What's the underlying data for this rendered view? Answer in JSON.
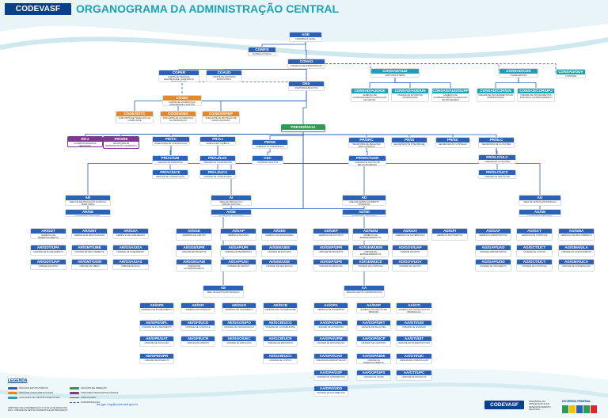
{
  "header": {
    "logo_text": "CODEVASF",
    "title": "ORGANOGRAMA DA ADMINISTRAÇÃO CENTRAL"
  },
  "colors": {
    "blue": "#2b62b8",
    "teal": "#1aa3b3",
    "orange": "#e4892a",
    "purple": "#7a3a8f",
    "green": "#2f9a53",
    "navy": "#0a3f8a"
  },
  "nodes": [
    {
      "id": "ags",
      "code": "AGE",
      "desc": "ASSEMBLEIA GERAL",
      "color": "blue"
    },
    {
      "id": "confis",
      "code": "CONFIS",
      "desc": "CONSELHO FISCAL",
      "color": "blue"
    },
    {
      "id": "conad",
      "code": "CONAD",
      "desc": "CONSELHO DE ADMINISTRAÇÃO",
      "color": "blue"
    },
    {
      "id": "coper",
      "code": "COPER",
      "desc": "COMITÊ DE PESSOAS, ELEGIBILIDADE, SUCESSÃO E REMUNERAÇÃO",
      "color": "blue"
    },
    {
      "id": "coaud",
      "code": "COAUD",
      "desc": "COMITÊ DE AUDITORIA ESTATUTÁRIO",
      "color": "blue"
    },
    {
      "id": "cogid",
      "code": "COGID",
      "desc": "COMITÊ DE GOVERNANÇA, INTEGRIDADE E GESTÃO",
      "color": "orange"
    },
    {
      "id": "consaud",
      "code": "CONSAD/AUD",
      "desc": "AUDITORIA INTERNA",
      "color": "teal"
    },
    {
      "id": "consaudge",
      "code": "CONSAD/AUD/GE",
      "desc": "GERÊNCIA DE ACOMPANHAMENTO E AVALIAÇÃO DE GESTÃO",
      "color": "teal"
    },
    {
      "id": "consaudun",
      "code": "CONSAD/AUD/UN",
      "desc": "UNIDADE DE ESTUDOS E INFORMAÇÕES",
      "color": "teal"
    },
    {
      "id": "consaudgupp",
      "code": "CONSAD/AUD/GUPP",
      "desc": "GERÊNCIA DE ACOMPANHAMENTO E AVALIAÇÃO DE PROGRAMAS",
      "color": "teal"
    },
    {
      "id": "consadcor",
      "code": "CONSAD/COR",
      "desc": "CORREGEDORIA",
      "color": "teal"
    },
    {
      "id": "consadouv",
      "code": "CONSAD/OUV",
      "desc": "OUVIDORIA",
      "color": "teal"
    },
    {
      "id": "consadcorun",
      "code": "CONSAD/COR/UN",
      "desc": "UNIDADE DE PROCEDIMENTOS DE ADMINISTRAÇÃO",
      "color": "teal"
    },
    {
      "id": "consadcorupj",
      "code": "CONSAD/COR/UPJ",
      "desc": "UNIDADE DE PROCEDIMENTOS JUDICIAIS E ACOMPANHAMENTO",
      "color": "teal"
    },
    {
      "id": "dex",
      "code": "DEX",
      "desc": "DIRETORIA EXECUTIVA",
      "color": "blue"
    },
    {
      "id": "cogexstc",
      "code": "COGEX/STC",
      "desc": "SUBCOMITÊ DE TRABALHOS DA COMPLIANCE",
      "color": "orange"
    },
    {
      "id": "cogexsig",
      "code": "COGEX/SIG",
      "desc": "SUBCOMITÊ DE GOVERNANÇA DA INFORMAÇÃO",
      "color": "orange"
    },
    {
      "id": "cogexspdp",
      "code": "COGEX/SPDP",
      "desc": "SUBCOMITÊ DE PROTEÇÃO DE DADOS PESSOAIS",
      "color": "orange"
    },
    {
      "id": "presidencia",
      "code": "PRESIDÊNCIA",
      "desc": "",
      "color": "green"
    },
    {
      "id": "sr",
      "code": "SR-x",
      "desc": "SUPERINTENDÊNCIAS REGIONAIS",
      "color": "purple"
    },
    {
      "id": "prsre",
      "code": "PR/SRE",
      "desc": "SECRETARIA DE REPRESENTAÇÃO DE BRASÍLIA",
      "color": "purple"
    },
    {
      "id": "prac",
      "code": "PR/AC",
      "desc": "ASSESSORIA DE COMUNICAÇÃO",
      "color": "blue"
    },
    {
      "id": "praj",
      "code": "PR/AJ",
      "desc": "ASSESSORIA JURÍDICA",
      "color": "blue"
    },
    {
      "id": "prge",
      "code": "PR/GE",
      "desc": "GABINETE DA PRESIDÊNCIA",
      "color": "blue"
    },
    {
      "id": "prsrc",
      "code": "PR/SRC",
      "desc": "SECRETARIA DE RELAÇÕES INSTITUCIONAIS",
      "color": "blue"
    },
    {
      "id": "prsi",
      "code": "PR/SI",
      "desc": "SECRETARIA DE INTEGRIDADE",
      "color": "blue"
    },
    {
      "id": "prsc",
      "code": "PR/SC",
      "desc": "SECRETARIA DO CONSELHO",
      "color": "blue"
    },
    {
      "id": "prslc",
      "code": "PR/SLC",
      "desc": "SECRETARIA DE LICITAÇÕES",
      "color": "blue"
    },
    {
      "id": "pracum",
      "code": "PR/AC/UM",
      "desc": "UNIDADE DE MARKETING",
      "color": "blue"
    },
    {
      "id": "pracuce",
      "code": "PR/AC/UCE",
      "desc": "UNIDADE DE COMUNICAÇÃO EXTERNA",
      "color": "blue"
    },
    {
      "id": "prajujc",
      "code": "PR/AJ/UJC",
      "desc": "UNIDADE DE CONTENCIOSO",
      "color": "blue"
    },
    {
      "id": "prajuca",
      "code": "PR/AJ/UCA",
      "desc": "UNIDADE DE CONSULTORIA ADMINISTRATIVA",
      "color": "blue"
    },
    {
      "id": "cec",
      "code": "CEC",
      "desc": "COMISSÃO DE ÉTICA",
      "color": "blue"
    },
    {
      "id": "prsrcugr",
      "code": "PR/SRC/UGR",
      "desc": "UNIDADE DE GESTÃO DE RELACIONAMENTO",
      "color": "blue"
    },
    {
      "id": "prslculc",
      "code": "PR/SLC/ULC",
      "desc": "UNIDADE DE LICITAÇÕES",
      "color": "blue"
    },
    {
      "id": "prslcucc",
      "code": "PR/SLC/UCC",
      "desc": "UNIDADE DE GESTÃO DE CONTRATOS",
      "color": "blue"
    },
    {
      "id": "ar",
      "code": "AR",
      "desc": "ÁREA DE REVITALIZAÇÃO E GESTÃO TERRITORIAL",
      "color": "blue"
    },
    {
      "id": "arse",
      "code": "AR/SE",
      "desc": "SECRETARIA EXECUTIVA",
      "color": "blue"
    },
    {
      "id": "argdt",
      "code": "AR/GDT",
      "desc": "GERÊNCIA DE DESENVOLVIMENTO TERRITORIAL",
      "color": "blue"
    },
    {
      "id": "argmt",
      "code": "AR/GMT",
      "desc": "GERÊNCIA DE REVITALIZAÇÃO",
      "color": "blue"
    },
    {
      "id": "argsa",
      "code": "AR/GSA",
      "desc": "GERÊNCIA DE SANEAMENTO",
      "color": "blue"
    },
    {
      "id": "argdtupa",
      "code": "AR/GDT/UPA",
      "desc": "UNIDADE DE PLANEJAMENTO",
      "color": "blue"
    },
    {
      "id": "argmtume",
      "code": "AR/GMT/UME",
      "desc": "UNIDADE DE MEIO AMBIENTE",
      "color": "blue"
    },
    {
      "id": "argsausa",
      "code": "AR/GSA/USA",
      "desc": "UNIDADE DE SANEAMENTO",
      "color": "blue"
    },
    {
      "id": "argdtuap",
      "code": "AR/GDT/UAP",
      "desc": "UNIDADE DE APOIO",
      "color": "blue"
    },
    {
      "id": "argmtuom",
      "code": "AR/GMT/UOM",
      "desc": "UNIDADE DE OBRAS",
      "color": "blue"
    },
    {
      "id": "argsauas",
      "code": "AR/GSA/UAS",
      "desc": "UNIDADE DE ÁGUA",
      "color": "blue"
    },
    {
      "id": "ai",
      "code": "AI",
      "desc": "ÁREA DE IRRIGAÇÃO E INFRAESTRUTURA",
      "color": "blue"
    },
    {
      "id": "aise",
      "code": "AI/SE",
      "desc": "SECRETARIA EXECUTIVA",
      "color": "blue"
    },
    {
      "id": "aigge",
      "code": "AI/GGE",
      "desc": "GERÊNCIA DE GESTÃO",
      "color": "blue"
    },
    {
      "id": "aigap",
      "code": "AI/GAP",
      "desc": "GERÊNCIA DE APOIO",
      "color": "blue"
    },
    {
      "id": "aigee",
      "code": "AI/GEE",
      "desc": "GERÊNCIA DE ENGENHARIA",
      "color": "blue"
    },
    {
      "id": "aiggeupr",
      "code": "AI/GGE/UPR",
      "desc": "UNIDADE DE PROJETOS",
      "color": "blue"
    },
    {
      "id": "aigapupi",
      "code": "AI/GAP/UPI",
      "desc": "UNIDADE DE PERÍMETROS",
      "color": "blue"
    },
    {
      "id": "aigeeuee",
      "code": "AI/GEE/UEE",
      "desc": "UNIDADE DE ESTUDOS",
      "color": "blue"
    },
    {
      "id": "aiggeuam",
      "code": "AI/GGE/UAM",
      "desc": "UNIDADE DE ACOMPANHAMENTO",
      "color": "blue"
    },
    {
      "id": "aigapugi",
      "code": "AI/GAP/UGI",
      "desc": "UNIDADE DE GESTÃO",
      "color": "blue"
    },
    {
      "id": "aigeeuse",
      "code": "AI/GEE/USE",
      "desc": "UNIDADE DE SEGURANÇA",
      "color": "blue"
    },
    {
      "id": "ad",
      "code": "AD",
      "desc": "ÁREA DE DESENVOLVIMENTO INTEGRADO",
      "color": "blue"
    },
    {
      "id": "adse",
      "code": "AD/SE",
      "desc": "SECRETARIA EXECUTIVA",
      "color": "blue"
    },
    {
      "id": "adgep",
      "code": "AD/GEP",
      "desc": "GERÊNCIA DE ESTUDOS",
      "color": "blue"
    },
    {
      "id": "adgem",
      "code": "AD/GEM",
      "desc": "GERÊNCIA DE EMPREENDIMENTOS",
      "color": "blue"
    },
    {
      "id": "adgov",
      "code": "AD/GOV",
      "desc": "GERÊNCIA DE GOVERNANÇA",
      "color": "blue"
    },
    {
      "id": "adgpi",
      "code": "AD/GPI",
      "desc": "GERÊNCIA DE PROJETOS",
      "color": "blue"
    },
    {
      "id": "adgepupr",
      "code": "AD/GEP/UPR",
      "desc": "UNIDADE DE PROJETOS",
      "color": "blue"
    },
    {
      "id": "adgemuem",
      "code": "AD/GEM/UEM",
      "desc": "UNIDADE DE EMPREENDIMENTOS",
      "color": "blue"
    },
    {
      "id": "adgovuap",
      "code": "AD/GOV/UAP",
      "desc": "UNIDADE DE APOIO",
      "color": "blue"
    },
    {
      "id": "adgepupe",
      "code": "AD/GEP/UPE",
      "desc": "UNIDADE DE PESQUISA",
      "color": "blue"
    },
    {
      "id": "adgemuce",
      "code": "AD/GEM/UCE",
      "desc": "UNIDADE DE CONTROLE",
      "color": "blue"
    },
    {
      "id": "adgovugv",
      "code": "AD/GOV/UGV",
      "desc": "UNIDADE DE GESTÃO",
      "color": "blue"
    },
    {
      "id": "ag",
      "code": "AG",
      "desc": "ÁREA DE GESTÃO ESTRATÉGICA",
      "color": "blue"
    },
    {
      "id": "agse",
      "code": "AG/SE",
      "desc": "SECRETARIA EXECUTIVA",
      "color": "blue"
    },
    {
      "id": "aggaf",
      "code": "AG/GAF",
      "desc": "GERÊNCIA ADMINISTRATIVA",
      "color": "blue"
    },
    {
      "id": "aggct",
      "code": "AG/GCT",
      "desc": "GERÊNCIA DE CONTROLE",
      "color": "blue"
    },
    {
      "id": "aggma",
      "code": "AG/GMA",
      "desc": "GERÊNCIA DE MEIO AMBIENTE",
      "color": "blue"
    },
    {
      "id": "aggafuad",
      "code": "AG/GAF/UAD",
      "desc": "UNIDADE ADMINISTRATIVA",
      "color": "blue"
    },
    {
      "id": "aggctuct",
      "code": "AG/GCT/UCT",
      "desc": "UNIDADE DE CUSTOS",
      "color": "blue"
    },
    {
      "id": "aggmaula",
      "code": "AG/GMA/ULA",
      "desc": "UNIDADE DE LICENCIAMENTO",
      "color": "blue"
    },
    {
      "id": "aggafuod",
      "code": "AG/GAF/UOD",
      "desc": "UNIDADE DE ORÇAMENTO",
      "color": "blue"
    },
    {
      "id": "aggctuct2",
      "code": "AG/GCT/UCT",
      "desc": "UNIDADE DE CONTROLE",
      "color": "blue"
    },
    {
      "id": "aggmauca",
      "code": "AG/GMA/UCA",
      "desc": "UNIDADE DE CONSERVAÇÃO",
      "color": "blue"
    },
    {
      "id": "ae",
      "code": "AE",
      "desc": "ÁREA DE GESTÃO ESTRATÉGICA",
      "color": "blue"
    },
    {
      "id": "aa",
      "code": "AA",
      "desc": "ÁREA DE GESTÃO ADMINISTRATIVA",
      "color": "blue"
    },
    {
      "id": "aegpe",
      "code": "AE/GPE",
      "desc": "GERÊNCIA DE PLANEJAMENTO",
      "color": "blue"
    },
    {
      "id": "aegfi",
      "code": "AE/GFI",
      "desc": "GERÊNCIA DE FINANÇAS",
      "color": "blue"
    },
    {
      "id": "aeggo",
      "code": "AE/GGO",
      "desc": "GERÊNCIA DE ORÇAMENTO",
      "color": "blue"
    },
    {
      "id": "aegcb",
      "code": "AE/GCB",
      "desc": "GERÊNCIA DE CONTABILIDADE",
      "color": "blue"
    },
    {
      "id": "aegpeupl",
      "code": "AE/GPE/UPL",
      "desc": "UNIDADE DE PLANEJAMENTO",
      "color": "blue"
    },
    {
      "id": "aegfiucd",
      "code": "AE/GFI/UCD",
      "desc": "UNIDADE DE CONTROLE",
      "color": "blue"
    },
    {
      "id": "aeggoupo",
      "code": "AE/GGO/UPO",
      "desc": "UNIDADE DE PROGRAMAÇÃO",
      "color": "blue"
    },
    {
      "id": "aegcbucg",
      "code": "AE/GCB/UCG",
      "desc": "UNIDADE DE CONTABILIDADE",
      "color": "blue"
    },
    {
      "id": "aegpeuat",
      "code": "AE/GPE/UAT",
      "desc": "UNIDADE DE AVALIAÇÃO",
      "color": "blue"
    },
    {
      "id": "aegfiucr",
      "code": "AE/GFI/UCR",
      "desc": "UNIDADE DE CRÉDITO",
      "color": "blue"
    },
    {
      "id": "aeggouec",
      "code": "AE/GGO/UEC",
      "desc": "UNIDADE DE EXECUÇÃO",
      "color": "blue"
    },
    {
      "id": "aegcbucr",
      "code": "AE/GCB/UCR",
      "desc": "UNIDADE DE REGISTROS",
      "color": "blue"
    },
    {
      "id": "aegpeupr",
      "code": "AE/GPE/UPR",
      "desc": "UNIDADE DE PROJETOS",
      "color": "blue"
    },
    {
      "id": "aegcbucc",
      "code": "AE/GCB/UCC",
      "desc": "UNIDADE DE CUSTOS",
      "color": "blue"
    },
    {
      "id": "aagpa",
      "code": "AA/GPA",
      "desc": "GERÊNCIA DE PATRIMÔNIO",
      "color": "blue"
    },
    {
      "id": "aaggp",
      "code": "AA/GGP",
      "desc": "GERÊNCIA DE GESTÃO DE PESSOAS",
      "color": "blue"
    },
    {
      "id": "aagti",
      "code": "AA/GTI",
      "desc": "GERÊNCIA DE TECNOLOGIA DA INFORMAÇÃO",
      "color": "blue"
    },
    {
      "id": "aagpaupa",
      "code": "AA/GPA/UPA",
      "desc": "UNIDADE DE PATRIMÔNIO",
      "color": "blue"
    },
    {
      "id": "aaggpurt",
      "code": "AA/GGP/URT",
      "desc": "UNIDADE DE RELAÇÕES",
      "color": "blue"
    },
    {
      "id": "aagtiusi",
      "code": "AA/GTI/USI",
      "desc": "UNIDADE DE SISTEMAS",
      "color": "blue"
    },
    {
      "id": "aagpaupm",
      "code": "AA/GPA/UPM",
      "desc": "UNIDADE DE MANUTENÇÃO",
      "color": "blue"
    },
    {
      "id": "aaggpucp",
      "code": "AA/GGP/UCP",
      "desc": "UNIDADE DE CADASTRO",
      "color": "blue"
    },
    {
      "id": "aagtiuit",
      "code": "AA/GTI/UIT",
      "desc": "UNIDADE DE INFRAESTRUTURA",
      "color": "blue"
    },
    {
      "id": "aagpauad",
      "code": "AA/GPA/UAD",
      "desc": "UNIDADE DE ADMINISTRAÇÃO",
      "color": "blue"
    },
    {
      "id": "aaggpude",
      "code": "AA/GGP/UDE",
      "desc": "UNIDADE DE DESENVOLVIMENTO",
      "color": "blue"
    },
    {
      "id": "aagtiuic",
      "code": "AA/GTI/UIC",
      "desc": "UNIDADE DE COMUNICAÇÃO",
      "color": "blue"
    },
    {
      "id": "aagpausp",
      "code": "AA/GPA/USP",
      "desc": "UNIDADE DE SUPRIMENTOS",
      "color": "blue"
    },
    {
      "id": "aaggpups",
      "code": "AA/GGP/UPS",
      "desc": "UNIDADE DE SAÚDE",
      "color": "blue"
    },
    {
      "id": "aagtiupc",
      "code": "AA/GTI/UPC",
      "desc": "UNIDADE DE PROJETOS",
      "color": "blue"
    },
    {
      "id": "aagpauds",
      "code": "AA/GPA/UDS",
      "desc": "UNIDADE DE DOCUMENTOS",
      "color": "blue"
    }
  ],
  "edges_solid": [
    [
      "ags",
      "confis"
    ],
    [
      "ags",
      "conad"
    ],
    [
      "conad",
      "coper"
    ],
    [
      "conad",
      "coaud"
    ],
    [
      "conad",
      "dex"
    ],
    [
      "dex",
      "cogexstc"
    ],
    [
      "dex",
      "cogexsig"
    ],
    [
      "dex",
      "cogexspdp"
    ],
    [
      "dex",
      "presidencia"
    ],
    [
      "presidencia",
      "sr"
    ],
    [
      "presidencia",
      "prsre"
    ],
    [
      "presidencia",
      "prac"
    ],
    [
      "presidencia",
      "praj"
    ],
    [
      "presidencia",
      "prge"
    ],
    [
      "presidencia",
      "prsrc"
    ],
    [
      "presidencia",
      "prsi"
    ],
    [
      "presidencia",
      "prsc"
    ],
    [
      "presidencia",
      "prslc"
    ],
    [
      "presidencia",
      "ar"
    ],
    [
      "presidencia",
      "ai"
    ],
    [
      "presidencia",
      "ad"
    ],
    [
      "presidencia",
      "ag"
    ],
    [
      "presidencia",
      "ae"
    ],
    [
      "presidencia",
      "aa"
    ],
    [
      "prac",
      "pracum"
    ],
    [
      "prac",
      "pracuce"
    ],
    [
      "praj",
      "prajujc"
    ],
    [
      "praj",
      "prajuca"
    ],
    [
      "prge",
      "cec"
    ],
    [
      "prsrc",
      "prsrcugr"
    ],
    [
      "prslc",
      "prslculc"
    ],
    [
      "prslc",
      "prslcucc"
    ],
    [
      "consaud",
      "consaudge"
    ],
    [
      "consaud",
      "consaudun"
    ],
    [
      "consaud",
      "consaudgupp"
    ],
    [
      "consadcor",
      "consadcorun"
    ],
    [
      "consadcor",
      "consadcorupj"
    ],
    [
      "ar",
      "arse"
    ],
    [
      "ai",
      "aise"
    ],
    [
      "ad",
      "adse"
    ],
    [
      "ag",
      "agse"
    ]
  ],
  "edges_dashed": [
    [
      "conad",
      "consaud"
    ],
    [
      "conad",
      "consadcor"
    ],
    [
      "conad",
      "consadouv"
    ],
    [
      "conad",
      "cogid"
    ]
  ],
  "legend": {
    "title": "LEGENDA",
    "items": [
      {
        "label": "ÓRGÃOS ESTATUTÁRIOS",
        "color": "blue",
        "kind": "swatch"
      },
      {
        "label": "ÓRGÃOS AUXILIARES DA DEX",
        "color": "orange",
        "kind": "swatch"
      },
      {
        "label": "UNIDADES DE GESTÃO EXECUTIVA",
        "color": "teal",
        "kind": "swatch"
      },
      {
        "label": "ÓRGÃOS DE DIREÇÃO",
        "color": "green",
        "kind": "swatch"
      },
      {
        "label": "UNIDADES DESCENTRALIZADAS",
        "color": "purple",
        "kind": "swatch"
      },
      {
        "label": "VINCULAÇÃO",
        "color": "blue",
        "kind": "line"
      },
      {
        "label": "SUBORDINAÇÃO",
        "color": "blue",
        "kind": "dash"
      }
    ],
    "footnote": "APROVADO PELA DELIBERAÇÃO Nº 13 DE 31 DE MARÇO DE 2023 - UNIDADE DE GESTÃO NORMATIVA E DE PROCESSOS"
  },
  "footer": {
    "email": "ae.gpe.unp@codevasf.gov.br",
    "logo_text": "CODEVASF",
    "ministry": "MINISTÉRIO DA INTEGRAÇÃO E DO DESENVOLVIMENTO REGIONAL",
    "gov": "GOVERNO FEDERAL"
  }
}
